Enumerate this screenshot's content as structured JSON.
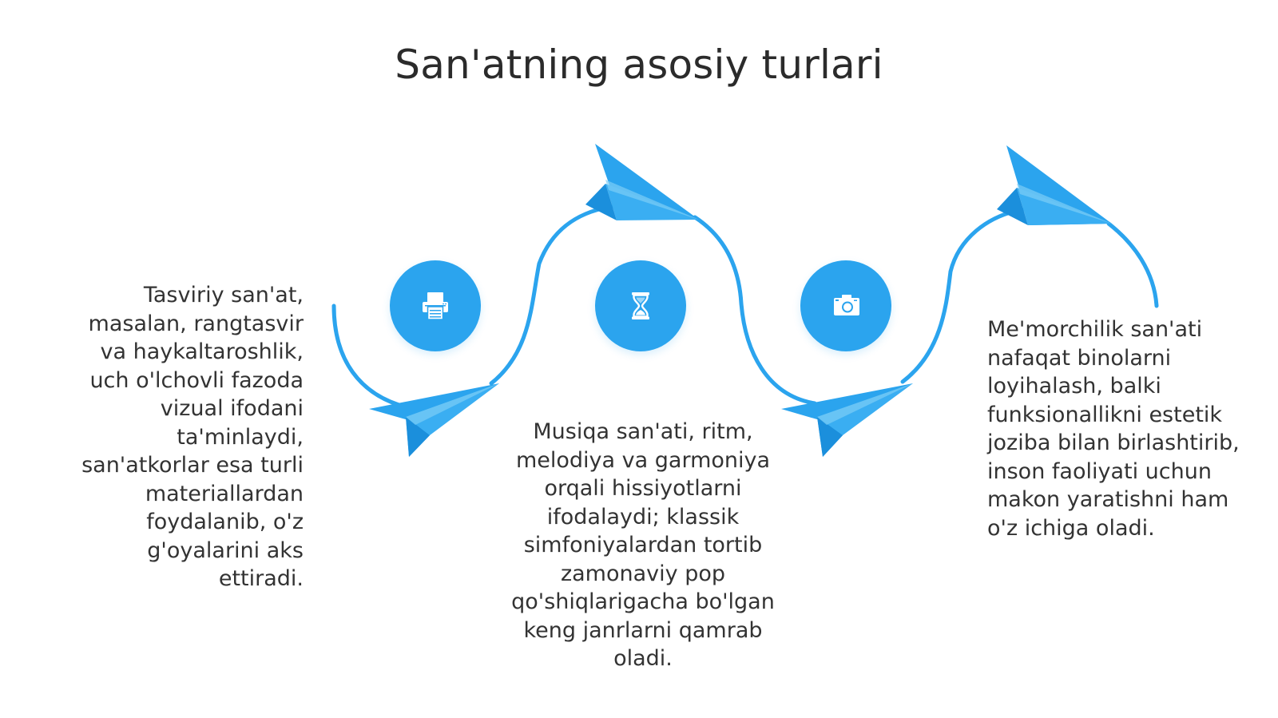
{
  "slide": {
    "title": "San'atning asosiy turlari",
    "accent_color": "#2ba4ee",
    "steps": [
      {
        "icon": "printer-icon",
        "text": "Tasviriy san'at, masalan, rangtasvir va haykaltaroshlik, uch o'lchovli fazoda vizual ifodani ta'minlaydi, san'atkorlar esa turli materiallardan foydalanib, o'z g'oyalarini aks ettiradi."
      },
      {
        "icon": "hourglass-icon",
        "text": "Musiqa san'ati, ritm, melodiya va garmoniya orqali hissiyotlarni ifodalaydi; klassik simfoniyalardan tortib zamonaviy pop qo'shiqlarigacha bo'lgan keng janrlarni qamrab oladi."
      },
      {
        "icon": "camera-icon",
        "text": "Me'morchilik san'ati nafaqat binolarni loyihalash, balki funksionallikni estetik joziba bilan birlashtirib, inson faoliyati uchun makon yaratishni ham o'z ichiga oladi."
      }
    ]
  }
}
